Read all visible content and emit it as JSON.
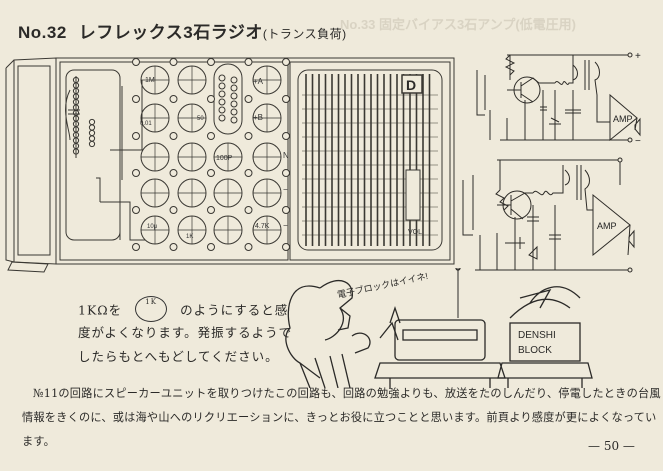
{
  "header": {
    "number": "No.32",
    "title": "レフレックス3石ラジオ",
    "subtitle": "(トランス負荷)",
    "bleed_through": "No.33 固定バイアス3石アンプ(低電圧用)"
  },
  "board": {
    "terminals": [
      "+A",
      "+B",
      "N",
      "−",
      "−"
    ],
    "component_labels": [
      "1M",
      "0.01",
      "50",
      "100P",
      "10μ",
      "1K",
      "4.7K"
    ],
    "speaker_logo": "D",
    "speaker_label": "VOL"
  },
  "schematics": {
    "amp_label": "AMP",
    "plus": "+",
    "minus": "−"
  },
  "note": {
    "line1_pre": "1KΩを",
    "symbol_label": "1K",
    "line1_post": "のようにすると感",
    "line2": "度がよくなります。発振するようで",
    "line3": "したらもとへもどしてください。"
  },
  "cartoon": {
    "speech": "電子ブロックはイイネ!",
    "box_label_1": "DENSHI",
    "box_label_2": "BLOCK"
  },
  "body": {
    "line1": "№11の回路にスピーカーユニットを取りつけたこの回路も、回路の勉強よりも、放送をたのしんだり、停電したときの台風",
    "line2": "情報をきくのに、或は海や山へのリクリエーションに、きっとお役に立つことと思います。前頁より感度が更によくなってい",
    "line3": "ます。"
  },
  "footer": {
    "page": "— 50 —"
  }
}
